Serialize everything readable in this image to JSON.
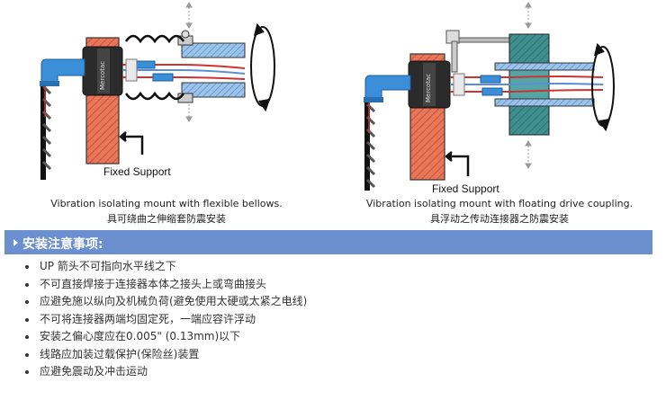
{
  "diagrams": [
    {
      "caption_en": "Vibration isolating mount with flexible bellows.",
      "caption_cn": "具可绕曲之伸缩套防震安装",
      "support_label": "Fixed Support",
      "brand_text": "Mercotac"
    },
    {
      "caption_en": "Vibration isolating mount with floating drive coupling.",
      "caption_cn": "具浮动之传动连接器之防震安装",
      "support_label": "Fixed Support",
      "brand_text": "Mercotac"
    }
  ],
  "section": {
    "title": "安装注意事项:"
  },
  "notes": [
    "UP 箭头不可指向水平线之下",
    "不可直接焊接于连接器本体之接头上或弯曲接头",
    "应避免施以纵向及机械负荷(避免使用太硬或太紧之电线)",
    "不可将连接器两端均固定死，一端应容许浮动",
    "安装之偏心度应在0.005\" (0.13mm)以下",
    "线路应加装过载保护(保险丝)装置",
    "应避免震动及冲击运动"
  ],
  "colors": {
    "section_bar": "#6c8fd0",
    "support_block": "#e8775a",
    "connector_blue": "#3a8fd8",
    "coupling_teal": "#3f8f8f",
    "shaft_blue": "#8cb8e0"
  }
}
